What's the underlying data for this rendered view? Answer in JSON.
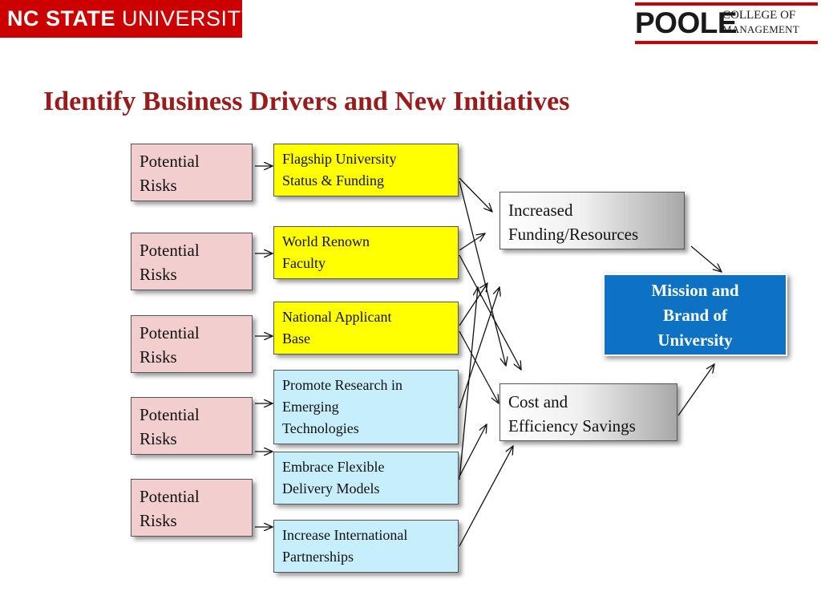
{
  "header": {
    "nc_logo_bold": "NC STATE",
    "nc_logo_rest": " UNIVERSITY",
    "poole_big": "POOLE",
    "poole_line1": "COLLEGE OF",
    "poole_line2": "MANAGEMENT"
  },
  "title": "Identify Business Drivers and New Initiatives",
  "risks": [
    {
      "line1": "Potential",
      "line2": "Risks"
    },
    {
      "line1": "Potential",
      "line2": "Risks"
    },
    {
      "line1": "Potential",
      "line2": "Risks"
    },
    {
      "line1": "Potential",
      "line2": "Risks"
    },
    {
      "line1": "Potential",
      "line2": "Risks"
    }
  ],
  "drivers": [
    {
      "line1": "Flagship University",
      "line2": "Status & Funding"
    },
    {
      "line1": "World Renown",
      "line2": "Faculty"
    },
    {
      "line1": "National Applicant",
      "line2": "Base"
    }
  ],
  "initiatives": [
    {
      "line1": "Promote Research in",
      "line2": "Emerging",
      "line3": "Technologies"
    },
    {
      "line1": "Embrace Flexible",
      "line2": "Delivery Models"
    },
    {
      "line1": "Increase International",
      "line2": "Partnerships"
    }
  ],
  "outcomes": [
    {
      "line1": "Increased",
      "line2": "Funding/Resources"
    },
    {
      "line1": "Cost and",
      "line2": "Efficiency Savings"
    }
  ],
  "goal": {
    "line1": "Mission  and",
    "line2": "Brand of",
    "line3": "University"
  },
  "colors": {
    "title": "#9b1b1b",
    "risk_fill": "#f2cece",
    "driver_fill": "#ffff00",
    "initiative_fill": "#c7eefb",
    "goal_fill": "#0e72c4",
    "brand_red": "#cc0000"
  }
}
